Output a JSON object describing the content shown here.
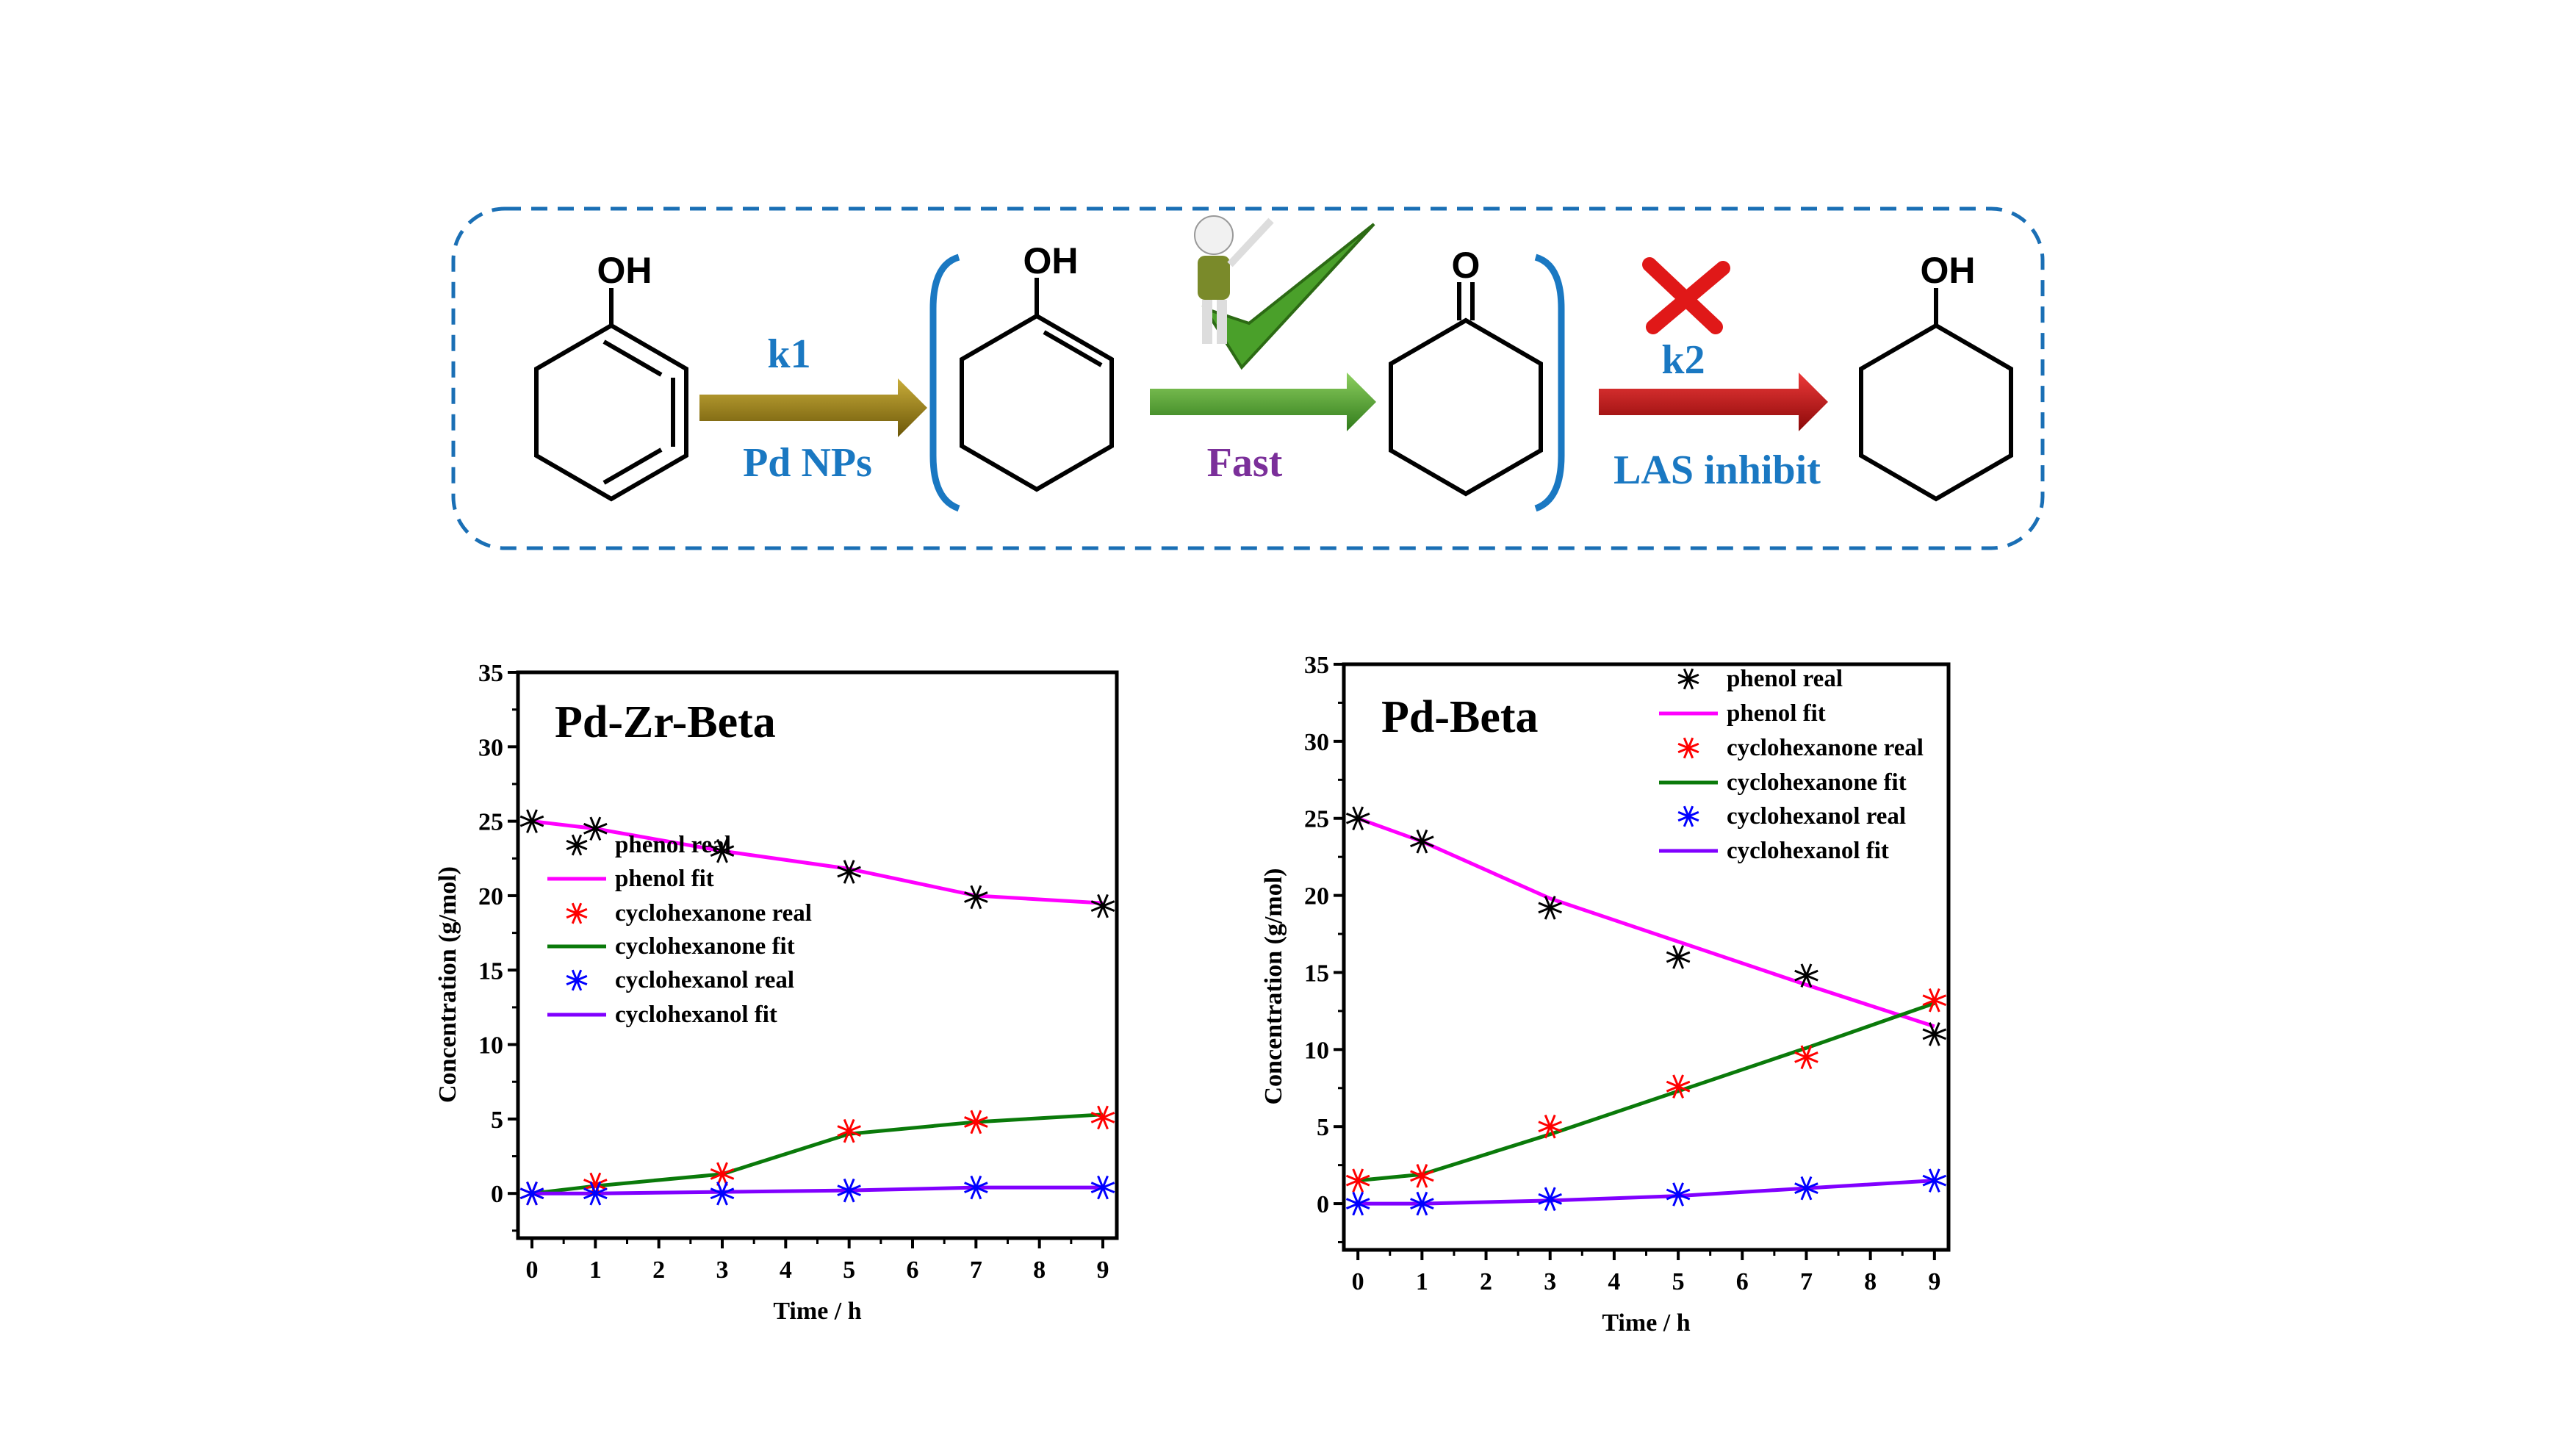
{
  "scheme": {
    "reactant_label": "OH",
    "intermediate_label": "OH",
    "ketone_label": "O",
    "product_label": "OH",
    "step1_rate": "k1",
    "step1_catalyst": "Pd NPs",
    "step2_label": "Fast",
    "step3_rate": "k2",
    "step3_label": "LAS inhibit",
    "colors": {
      "rate_blue": "#1a78c2",
      "fast_purple": "#7b2f9a",
      "arrow1": "#8a7210",
      "arrow2": "#4e9a2c",
      "arrow3": "#c01010",
      "border": "#1a6fb5"
    }
  },
  "chart_data": [
    {
      "type": "line",
      "title": "Pd-Zr-Beta",
      "xlabel": "Time / h",
      "ylabel": "Concentration (g/mol)",
      "xlim": [
        -0.22,
        9.22
      ],
      "ylim": [
        -3,
        35
      ],
      "xticks": [
        "0",
        "1",
        "2",
        "3",
        "4",
        "5",
        "6",
        "7",
        "8",
        "9"
      ],
      "yticks": [
        "0",
        "5",
        "10",
        "15",
        "20",
        "25",
        "30",
        "35"
      ],
      "legend_position": "center-left",
      "x": [
        0,
        1,
        3,
        5,
        7,
        9
      ],
      "series": [
        {
          "name": "phenol real",
          "kind": "marker",
          "color": "#000000",
          "values": [
            25,
            24.5,
            23,
            21.6,
            19.9,
            19.3
          ]
        },
        {
          "name": "phenol fit",
          "kind": "line",
          "color": "#ff00ff",
          "values": [
            25,
            24.5,
            23,
            21.8,
            20,
            19.5
          ]
        },
        {
          "name": "cyclohexanone real",
          "kind": "marker",
          "color": "#ff0000",
          "values": [
            0,
            0.6,
            1.3,
            4.2,
            4.8,
            5.1
          ]
        },
        {
          "name": "cyclohexanone fit",
          "kind": "line",
          "color": "#0a7a0a",
          "values": [
            0,
            0.5,
            1.3,
            4.0,
            4.8,
            5.3
          ]
        },
        {
          "name": "cyclohexanol real",
          "kind": "marker",
          "color": "#0000ff",
          "values": [
            0,
            0,
            0,
            0.2,
            0.4,
            0.4
          ]
        },
        {
          "name": "cyclohexanol fit",
          "kind": "line",
          "color": "#8000ff",
          "values": [
            0,
            0,
            0.1,
            0.2,
            0.4,
            0.4
          ]
        }
      ]
    },
    {
      "type": "line",
      "title": "Pd-Beta",
      "xlabel": "Time / h",
      "ylabel": "Concentration (g/mol)",
      "xlim": [
        -0.22,
        9.22
      ],
      "ylim": [
        -3,
        35
      ],
      "xticks": [
        "0",
        "1",
        "2",
        "3",
        "4",
        "5",
        "6",
        "7",
        "8",
        "9"
      ],
      "yticks": [
        "0",
        "5",
        "10",
        "15",
        "20",
        "25",
        "30",
        "35"
      ],
      "legend_position": "top-right",
      "x": [
        0,
        1,
        3,
        5,
        7,
        9
      ],
      "series": [
        {
          "name": "phenol real",
          "kind": "marker",
          "color": "#000000",
          "values": [
            25,
            23.5,
            19.2,
            16,
            14.8,
            11
          ]
        },
        {
          "name": "phenol fit",
          "kind": "line",
          "color": "#ff00ff",
          "values": [
            25,
            23.5,
            19.8,
            17,
            14.2,
            11.5
          ]
        },
        {
          "name": "cyclohexanone real",
          "kind": "marker",
          "color": "#ff0000",
          "values": [
            1.5,
            1.8,
            5,
            7.6,
            9.5,
            13.2
          ]
        },
        {
          "name": "cyclohexanone fit",
          "kind": "line",
          "color": "#0a7a0a",
          "values": [
            1.5,
            1.9,
            4.5,
            7.3,
            10.1,
            13
          ]
        },
        {
          "name": "cyclohexanol real",
          "kind": "marker",
          "color": "#0000ff",
          "values": [
            0,
            0,
            0.3,
            0.6,
            1.0,
            1.5
          ]
        },
        {
          "name": "cyclohexanol fit",
          "kind": "line",
          "color": "#8000ff",
          "values": [
            0,
            0,
            0.2,
            0.5,
            1.0,
            1.5
          ]
        }
      ]
    }
  ]
}
